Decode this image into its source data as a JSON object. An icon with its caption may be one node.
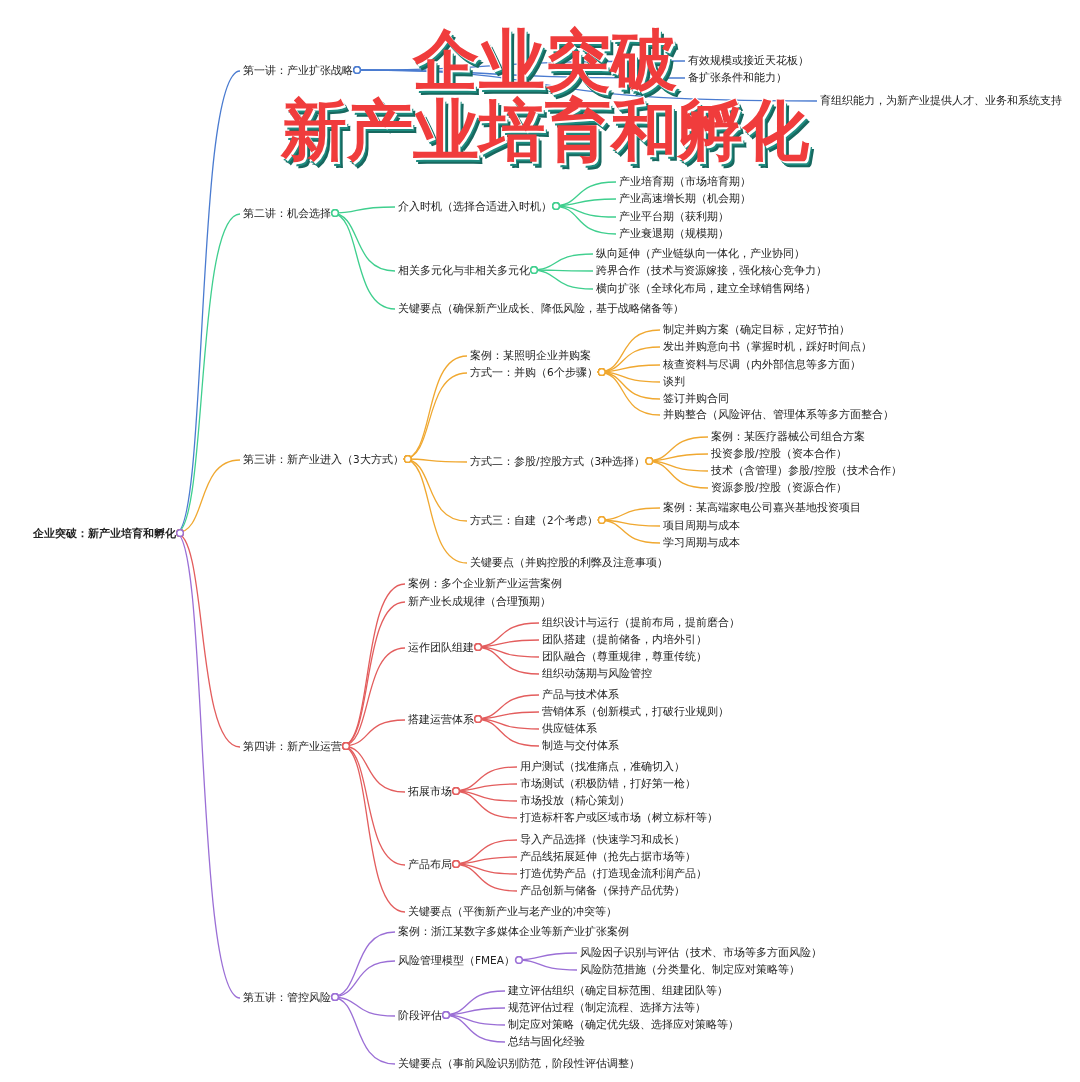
{
  "diagram": {
    "title": "企业突破新产业培育和孵化",
    "nodes": [
      {
        "text": [
          "企业突破：新产业培育和孵化"
        ]
      },
      {
        "text": [
          "第一讲：产业扩张战略"
        ]
      },
      {
        "text": [
          "有效规模或接近天花板）"
        ]
      },
      {
        "text": [
          "备扩张条件和能力）"
        ]
      },
      {
        "text": [
          "育组织能力，为新产业提供人才、业务和系统支持"
        ]
      },
      {
        "text": [
          "第二讲：机会选择"
        ]
      },
      {
        "text": [
          "介入时机（选择合适进入时机）"
        ]
      },
      {
        "text": [
          "产业培育期（市场培育期）"
        ]
      },
      {
        "text": [
          "产业高速增长期（机会期）"
        ]
      },
      {
        "text": [
          "产业平台期（获利期）"
        ]
      },
      {
        "text": [
          "产业衰退期（规模期）"
        ]
      },
      {
        "text": [
          "相关多元化与非相关多元化"
        ]
      },
      {
        "text": [
          "纵向延伸（产业链纵向一体化，产业协同）"
        ]
      },
      {
        "text": [
          "跨界合作（技术与资源嫁接，强化核心竞争力）"
        ]
      },
      {
        "text": [
          "横向扩张（全球化布局，建立全球销售网络）"
        ]
      },
      {
        "text": [
          "关键要点（确保新产业成长、降低风险，基于战略储备等）"
        ]
      },
      {
        "text": [
          "第三讲：新产业进入（3大方式）"
        ]
      },
      {
        "text": [
          "案例：某照明企业并购案"
        ]
      },
      {
        "text": [
          "方式一：并购（6个步骤）"
        ]
      },
      {
        "text": [
          "制定并购方案（确定目标，定好节拍）"
        ]
      },
      {
        "text": [
          "发出并购意向书（掌握时机，踩好时间点）"
        ]
      },
      {
        "text": [
          "核查资料与尽调（内外部信息等多方面）"
        ]
      },
      {
        "text": [
          "谈判"
        ]
      },
      {
        "text": [
          "签订并购合同"
        ]
      },
      {
        "text": [
          "并购整合（风险评估、管理体系等多方面整合）"
        ]
      },
      {
        "text": [
          "方式二：参股/控股方式（3种选择）"
        ]
      },
      {
        "text": [
          "案例：某医疗器械公司组合方案"
        ]
      },
      {
        "text": [
          "投资参股/控股（资本合作）"
        ]
      },
      {
        "text": [
          "技术（含管理）参股/控股（技术合作）"
        ]
      },
      {
        "text": [
          "资源参股/控股（资源合作）"
        ]
      },
      {
        "text": [
          "方式三：自建（2个考虑）"
        ]
      },
      {
        "text": [
          "案例：某高端家电公司嘉兴基地投资项目"
        ]
      },
      {
        "text": [
          "项目周期与成本"
        ]
      },
      {
        "text": [
          "学习周期与成本"
        ]
      },
      {
        "text": [
          "关键要点（并购控股的利弊及注意事项）"
        ]
      },
      {
        "text": [
          "第四讲：新产业运营"
        ]
      },
      {
        "text": [
          "案例：多个企业新产业运营案例"
        ]
      },
      {
        "text": [
          "新产业长成规律（合理预期）"
        ]
      },
      {
        "text": [
          "运作团队组建"
        ]
      },
      {
        "text": [
          "组织设计与运行（提前布局，提前磨合）"
        ]
      },
      {
        "text": [
          "团队搭建（提前储备，内培外引）"
        ]
      },
      {
        "text": [
          "团队融合（尊重规律，尊重传统）"
        ]
      },
      {
        "text": [
          "组织动荡期与风险管控"
        ]
      },
      {
        "text": [
          "搭建运营体系"
        ]
      },
      {
        "text": [
          "产品与技术体系"
        ]
      },
      {
        "text": [
          "营销体系（创新模式，打破行业规则）"
        ]
      },
      {
        "text": [
          "供应链体系"
        ]
      },
      {
        "text": [
          "制造与交付体系"
        ]
      },
      {
        "text": [
          "拓展市场"
        ]
      },
      {
        "text": [
          "用户测试（找准痛点，准确切入）"
        ]
      },
      {
        "text": [
          "市场测试（积极防错，打好第一枪）"
        ]
      },
      {
        "text": [
          "市场投放（精心策划）"
        ]
      },
      {
        "text": [
          "打造标杆客户或区域市场（树立标杆等）"
        ]
      },
      {
        "text": [
          "产品布局"
        ]
      },
      {
        "text": [
          "导入产品选择（快速学习和成长）"
        ]
      },
      {
        "text": [
          "产品线拓展延伸（抢先占据市场等）"
        ]
      },
      {
        "text": [
          "打造优势产品（打造现金流利润产品）"
        ]
      },
      {
        "text": [
          "产品创新与储备（保持产品优势）"
        ]
      },
      {
        "text": [
          "关键要点（平衡新产业与老产业的冲突等）"
        ]
      },
      {
        "text": [
          "第五讲：管控风险"
        ]
      },
      {
        "text": [
          "案例：浙江某数字多媒体企业等新产业扩张案例"
        ]
      },
      {
        "text": [
          "风险管理模型（FMEA）"
        ]
      },
      {
        "text": [
          "风险因子识别与评估（技术、市场等多方面风险）"
        ]
      },
      {
        "text": [
          "风险防范措施（分类量化、制定应对策略等）"
        ]
      },
      {
        "text": [
          "阶段评估"
        ]
      },
      {
        "text": [
          "建立评估组织（确定目标范围、组建团队等）"
        ]
      },
      {
        "text": [
          "规范评估过程（制定流程、选择方法等）"
        ]
      },
      {
        "text": [
          "制定应对策略（确定优先级、选择应对策略等）"
        ]
      },
      {
        "text": [
          "总结与固化经验"
        ]
      },
      {
        "text": [
          "关键要点（事前风险识别防范，阶段性评估调整）"
        ]
      }
    ],
    "edges": [
      {
        "from": 0,
        "to": 1,
        "arrow": "other",
        "color": "#4a7bd0"
      },
      {
        "from": 1,
        "to": 2,
        "arrow": "other",
        "color": "#4a7bd0"
      },
      {
        "from": 1,
        "to": 3,
        "arrow": "other",
        "color": "#4a7bd0"
      },
      {
        "from": 1,
        "to": 4,
        "arrow": "other",
        "color": "#4a7bd0"
      },
      {
        "from": 0,
        "to": 5,
        "arrow": "other",
        "color": "#3fcf8e"
      },
      {
        "from": 5,
        "to": 6,
        "arrow": "other",
        "color": "#3fcf8e"
      },
      {
        "from": 6,
        "to": 7,
        "arrow": "other",
        "color": "#3fcf8e"
      },
      {
        "from": 6,
        "to": 8,
        "arrow": "other",
        "color": "#3fcf8e"
      },
      {
        "from": 6,
        "to": 9,
        "arrow": "other",
        "color": "#3fcf8e"
      },
      {
        "from": 6,
        "to": 10,
        "arrow": "other",
        "color": "#3fcf8e"
      },
      {
        "from": 5,
        "to": 11,
        "arrow": "other",
        "color": "#3fcf8e"
      },
      {
        "from": 11,
        "to": 12,
        "arrow": "other",
        "color": "#3fcf8e"
      },
      {
        "from": 11,
        "to": 13,
        "arrow": "other",
        "color": "#3fcf8e"
      },
      {
        "from": 11,
        "to": 14,
        "arrow": "other",
        "color": "#3fcf8e"
      },
      {
        "from": 5,
        "to": 15,
        "arrow": "other",
        "color": "#3fcf8e"
      },
      {
        "from": 0,
        "to": 16,
        "arrow": "other",
        "color": "#f0a830"
      },
      {
        "from": 16,
        "to": 17,
        "arrow": "other",
        "color": "#f0a830"
      },
      {
        "from": 16,
        "to": 18,
        "arrow": "other",
        "color": "#f0a830"
      },
      {
        "from": 18,
        "to": 19,
        "arrow": "other",
        "color": "#f0a830"
      },
      {
        "from": 18,
        "to": 20,
        "arrow": "other",
        "color": "#f0a830"
      },
      {
        "from": 18,
        "to": 21,
        "arrow": "other",
        "color": "#f0a830"
      },
      {
        "from": 18,
        "to": 22,
        "arrow": "other",
        "color": "#f0a830"
      },
      {
        "from": 18,
        "to": 23,
        "arrow": "other",
        "color": "#f0a830"
      },
      {
        "from": 18,
        "to": 24,
        "arrow": "other",
        "color": "#f0a830"
      },
      {
        "from": 16,
        "to": 25,
        "arrow": "other",
        "color": "#f0a830"
      },
      {
        "from": 25,
        "to": 26,
        "arrow": "other",
        "color": "#f0a830"
      },
      {
        "from": 25,
        "to": 27,
        "arrow": "other",
        "color": "#f0a830"
      },
      {
        "from": 25,
        "to": 28,
        "arrow": "other",
        "color": "#f0a830"
      },
      {
        "from": 25,
        "to": 29,
        "arrow": "other",
        "color": "#f0a830"
      },
      {
        "from": 16,
        "to": 30,
        "arrow": "other",
        "color": "#f0a830"
      },
      {
        "from": 30,
        "to": 31,
        "arrow": "other",
        "color": "#f0a830"
      },
      {
        "from": 30,
        "to": 32,
        "arrow": "other",
        "color": "#f0a830"
      },
      {
        "from": 30,
        "to": 33,
        "arrow": "other",
        "color": "#f0a830"
      },
      {
        "from": 16,
        "to": 34,
        "arrow": "other",
        "color": "#f0a830"
      },
      {
        "from": 0,
        "to": 35,
        "arrow": "other",
        "color": "#e35d5d"
      },
      {
        "from": 35,
        "to": 36,
        "arrow": "other",
        "color": "#e35d5d"
      },
      {
        "from": 35,
        "to": 37,
        "arrow": "other",
        "color": "#e35d5d"
      },
      {
        "from": 35,
        "to": 38,
        "arrow": "other",
        "color": "#e35d5d"
      },
      {
        "from": 38,
        "to": 39,
        "arrow": "other",
        "color": "#e35d5d"
      },
      {
        "from": 38,
        "to": 40,
        "arrow": "other",
        "color": "#e35d5d"
      },
      {
        "from": 38,
        "to": 41,
        "arrow": "other",
        "color": "#e35d5d"
      },
      {
        "from": 38,
        "to": 42,
        "arrow": "other",
        "color": "#e35d5d"
      },
      {
        "from": 35,
        "to": 43,
        "arrow": "other",
        "color": "#e35d5d"
      },
      {
        "from": 43,
        "to": 44,
        "arrow": "other",
        "color": "#e35d5d"
      },
      {
        "from": 43,
        "to": 45,
        "arrow": "other",
        "color": "#e35d5d"
      },
      {
        "from": 43,
        "to": 46,
        "arrow": "other",
        "color": "#e35d5d"
      },
      {
        "from": 43,
        "to": 47,
        "arrow": "other",
        "color": "#e35d5d"
      },
      {
        "from": 35,
        "to": 48,
        "arrow": "other",
        "color": "#e35d5d"
      },
      {
        "from": 48,
        "to": 49,
        "arrow": "other",
        "color": "#e35d5d"
      },
      {
        "from": 48,
        "to": 50,
        "arrow": "other",
        "color": "#e35d5d"
      },
      {
        "from": 48,
        "to": 51,
        "arrow": "other",
        "color": "#e35d5d"
      },
      {
        "from": 48,
        "to": 52,
        "arrow": "other",
        "color": "#e35d5d"
      },
      {
        "from": 35,
        "to": 53,
        "arrow": "other",
        "color": "#e35d5d"
      },
      {
        "from": 53,
        "to": 54,
        "arrow": "other",
        "color": "#e35d5d"
      },
      {
        "from": 53,
        "to": 55,
        "arrow": "other",
        "color": "#e35d5d"
      },
      {
        "from": 53,
        "to": 56,
        "arrow": "other",
        "color": "#e35d5d"
      },
      {
        "from": 53,
        "to": 57,
        "arrow": "other",
        "color": "#e35d5d"
      },
      {
        "from": 35,
        "to": 58,
        "arrow": "other",
        "color": "#e35d5d"
      },
      {
        "from": 0,
        "to": 59,
        "arrow": "other",
        "color": "#9b6fd6"
      },
      {
        "from": 59,
        "to": 60,
        "arrow": "other",
        "color": "#9b6fd6"
      },
      {
        "from": 59,
        "to": 61,
        "arrow": "other",
        "color": "#9b6fd6"
      },
      {
        "from": 61,
        "to": 62,
        "arrow": "other",
        "color": "#9b6fd6"
      },
      {
        "from": 61,
        "to": 63,
        "arrow": "other",
        "color": "#9b6fd6"
      },
      {
        "from": 59,
        "to": 64,
        "arrow": "other",
        "color": "#9b6fd6"
      },
      {
        "from": 64,
        "to": 65,
        "arrow": "other",
        "color": "#9b6fd6"
      },
      {
        "from": 64,
        "to": 66,
        "arrow": "other",
        "color": "#9b6fd6"
      },
      {
        "from": 64,
        "to": 67,
        "arrow": "other",
        "color": "#9b6fd6"
      },
      {
        "from": 64,
        "to": 68,
        "arrow": "other",
        "color": "#9b6fd6"
      },
      {
        "from": 59,
        "to": 69,
        "arrow": "other",
        "color": "#9b6fd6"
      }
    ]
  }
}
